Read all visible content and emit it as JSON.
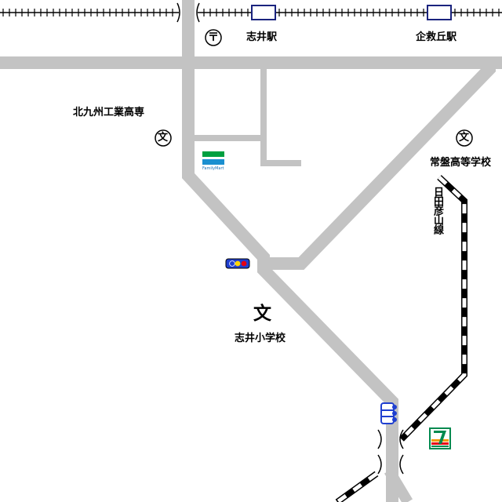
{
  "labels": {
    "shii_station": "志井駅",
    "kikugaoka_station": "企救丘駅",
    "kosen": "北九州工業高専",
    "tokiwa_high": "常盤高等学校",
    "hitahikosan_line": "日田彦山線",
    "shii_elementary": "志井小学校"
  },
  "icons": {
    "post_office": "〒",
    "school": "文"
  },
  "brands": {
    "familymart_text": "FamilyMart"
  },
  "colors": {
    "road": "#c3c3c3",
    "monorail_station": "#1a237e",
    "familymart_green": "#00a040",
    "familymart_blue": "#1a8fd0",
    "seven_eleven_green": "#008a4f",
    "seven_eleven_orange": "#f39800",
    "seven_eleven_red": "#e60012",
    "signal_blue": "#1f3fd0"
  }
}
